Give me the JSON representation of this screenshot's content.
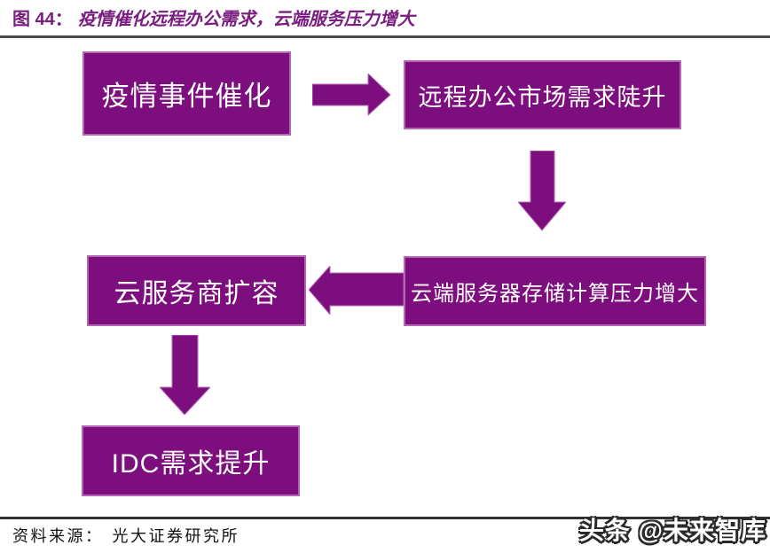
{
  "title": {
    "figure_label": "图 44：",
    "text": "疫情催化远程办公需求，云端服务压力增大"
  },
  "flowchart": {
    "nodes": [
      {
        "id": "pandemic-catalyst",
        "label": "疫情事件催化"
      },
      {
        "id": "remote-work-demand",
        "label": "远程办公市场需求陡升"
      },
      {
        "id": "cloud-server-pressure",
        "label": "云端服务器存储计算压力增大"
      },
      {
        "id": "cloud-provider-expansion",
        "label": "云服务商扩容"
      },
      {
        "id": "idc-demand",
        "label": "IDC需求提升"
      }
    ],
    "arrows": [
      {
        "from": "pandemic-catalyst",
        "to": "remote-work-demand",
        "direction": "right"
      },
      {
        "from": "remote-work-demand",
        "to": "cloud-server-pressure",
        "direction": "down"
      },
      {
        "from": "cloud-server-pressure",
        "to": "cloud-provider-expansion",
        "direction": "left"
      },
      {
        "from": "cloud-provider-expansion",
        "to": "idc-demand",
        "direction": "down"
      }
    ]
  },
  "footer": {
    "source_label": "资料来源：",
    "source_text": "光大证券研究所"
  },
  "watermark": {
    "text": "头条 @未来智库"
  },
  "colors": {
    "node_fill": "#7d0e7e",
    "node_border": "#b465b4",
    "title_text": "#7a1e80",
    "node_text": "#ffffff",
    "divider": "#4a4a4a",
    "watermark_fill": "#ffffff",
    "watermark_outline": "#2a2a2a"
  }
}
